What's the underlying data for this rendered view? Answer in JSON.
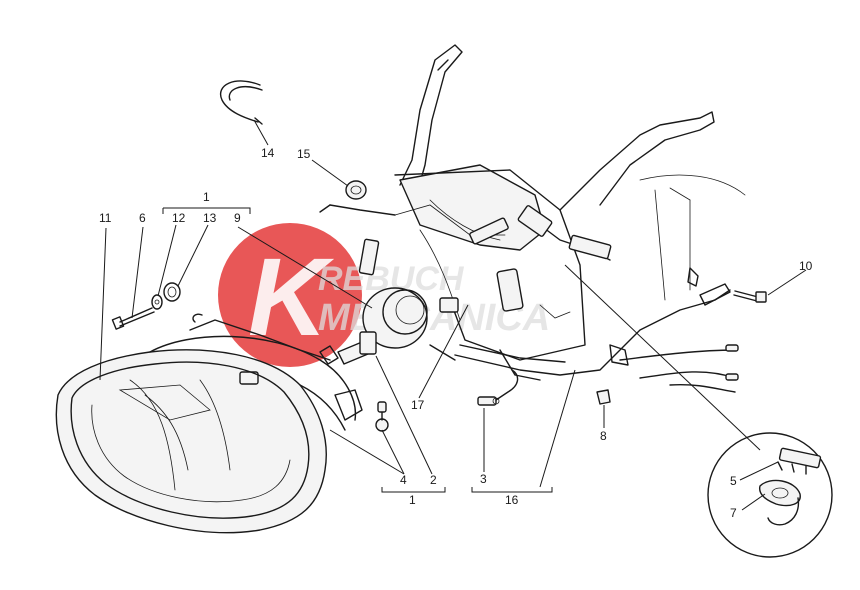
{
  "watermark": {
    "brand_top": "REBUCH",
    "brand_bottom": "MECCANICA",
    "letter": "K",
    "color": "#e43a3a"
  },
  "labels": {
    "p1a": "1",
    "p1b": "1",
    "p2": "2",
    "p3": "3",
    "p4": "4",
    "p5": "5",
    "p6": "6",
    "p7": "7",
    "p8": "8",
    "p9": "9",
    "p10": "10",
    "p11": "11",
    "p12": "12",
    "p13": "13",
    "p14": "14",
    "p15": "15",
    "p16": "16",
    "p17": "17"
  }
}
